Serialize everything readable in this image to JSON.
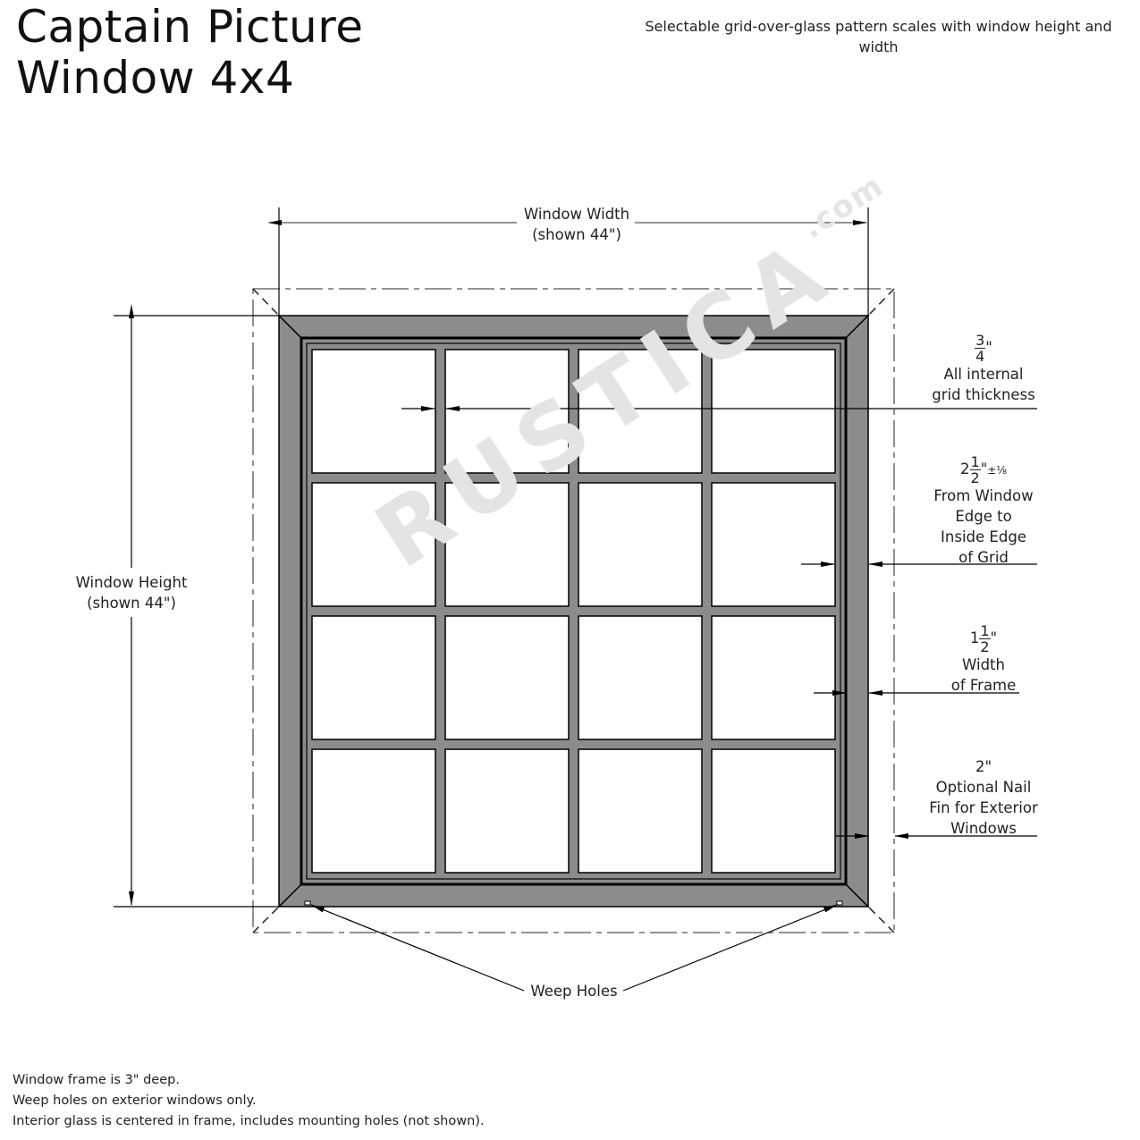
{
  "header": {
    "title_line1": "Captain Picture",
    "title_line2": "Window 4x4",
    "subtitle": "Selectable grid-over-glass pattern scales with window height and width"
  },
  "watermark": {
    "brand": "RUSTICA",
    "suffix": ".com"
  },
  "dimensions": {
    "width": {
      "label": "Window Width",
      "value": "(shown 44\")"
    },
    "height": {
      "label": "Window Height",
      "value": "(shown 44\")"
    }
  },
  "callouts": {
    "grid_thickness": {
      "numerator": "3",
      "denominator": "4",
      "unit": "\"",
      "line1": "All internal",
      "line2": "grid thickness"
    },
    "edge_to_grid": {
      "whole": "2",
      "numerator": "1",
      "denominator": "2",
      "unit": "\"",
      "tolerance": "±⅛",
      "line1": "From Window",
      "line2": "Edge to",
      "line3": "Inside Edge",
      "line4": "of Grid"
    },
    "frame_width": {
      "whole": "1",
      "numerator": "1",
      "denominator": "2",
      "unit": "\"",
      "line1": "Width",
      "line2": "of Frame"
    },
    "nail_fin": {
      "value": "2\"",
      "line1": "Optional Nail",
      "line2": "Fin for Exterior",
      "line3": "Windows"
    },
    "weep_holes": {
      "label": "Weep Holes"
    }
  },
  "grid": {
    "rows": 4,
    "cols": 4
  },
  "colors": {
    "frame": "#8c8c8c",
    "line": "#000000",
    "glass": "#ffffff",
    "watermark": "#e4e4e4"
  },
  "notes": [
    "Window frame is 3\" deep.",
    "Weep holes on exterior windows only.",
    "Interior glass is centered in frame, includes mounting holes (not shown)."
  ]
}
